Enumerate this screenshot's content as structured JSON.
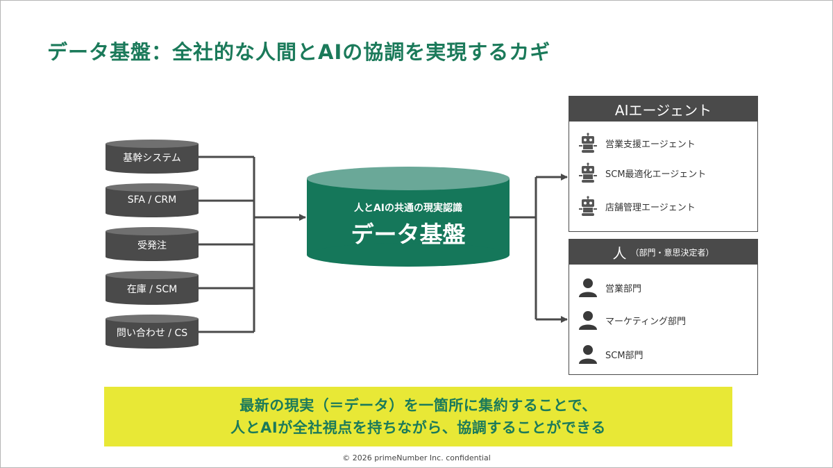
{
  "title": "データ基盤：全社的な人間とAIの協調を実現するカギ",
  "sources": [
    "基幹システム",
    "SFA / CRM",
    "受発注",
    "在庫 / SCM",
    "問い合わせ / CS"
  ],
  "center": {
    "subtitle": "人とAIの共通の現実認識",
    "title": "データ基盤"
  },
  "ai_panel": {
    "header": "AIエージェント",
    "items": [
      {
        "label": "営業支援エージェント",
        "icon": "robot-icon"
      },
      {
        "label": "SCM最適化エージェント",
        "icon": "robot-icon"
      },
      {
        "label": "店舗管理エージェント",
        "icon": "robot-icon"
      }
    ]
  },
  "human_panel": {
    "header": "人",
    "header_note": "（部門・意思決定者）",
    "items": [
      {
        "label": "営業部門",
        "icon": "person-icon"
      },
      {
        "label": "マーケティング部門",
        "icon": "person-icon"
      },
      {
        "label": "SCM部門",
        "icon": "person-icon"
      }
    ]
  },
  "banner": {
    "line1": "最新の現実（＝データ）を一箇所に集約することで、",
    "line2": "人とAIが全社視点を持ちながら、協調することができる"
  },
  "footer": "© 2026 primeNumber Inc. confidential",
  "colors": {
    "brand_green": "#1b7a5a",
    "db_body": "#15775a",
    "db_top": "#6aa898",
    "source_db": "#4a4a4a",
    "source_db_top": "#707070",
    "banner": "#e8e836"
  }
}
